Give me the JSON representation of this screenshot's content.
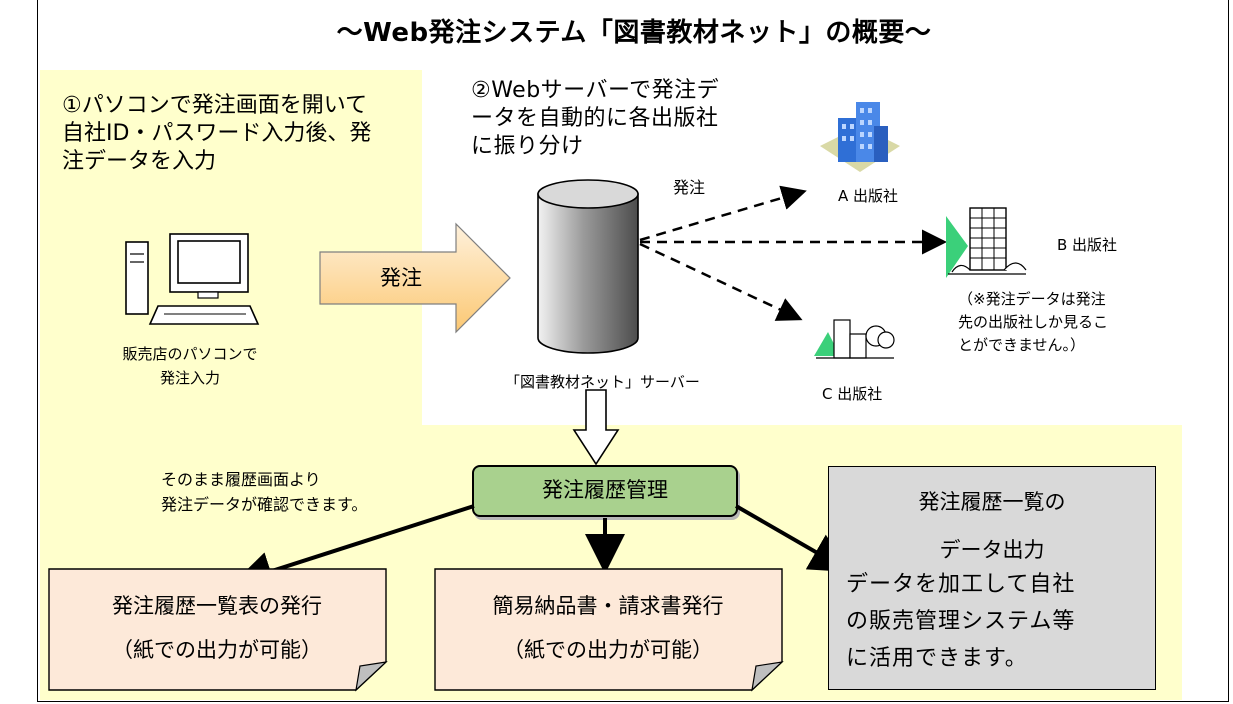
{
  "title": "～Web発注システム「図書教材ネット」の概要～",
  "step1": {
    "lines": [
      "①パソコンで発注画面を開いて",
      "自社ID・パスワード入力後、発",
      "注データを入力"
    ]
  },
  "step2": {
    "lines": [
      "②Webサーバーで発注デ",
      "ータを自動的に各出版社",
      "に振り分け"
    ]
  },
  "order_label": "発注",
  "order_arrow_label": "発注",
  "pc_caption": [
    "販売店のパソコンで",
    "発注入力"
  ],
  "server_caption": "「図書教材ネット」サーバー",
  "publishers": {
    "a": "A 出版社",
    "b": "B 出版社",
    "c": "C 出版社"
  },
  "publisher_note": [
    "（※発注データは発注",
    "先の出版社しか見るこ",
    "とができません。）"
  ],
  "history_note": [
    "そのまま履歴画面より",
    "発注データが確認できます。"
  ],
  "history_box": "発注履歴管理",
  "output1": {
    "title": "発注履歴一覧表の発行",
    "sub": "（紙での出力が可能）"
  },
  "output2": {
    "title": "簡易納品書・請求書発行",
    "sub": "（紙での出力が可能）"
  },
  "output3": {
    "title_lines": [
      "発注履歴一覧の",
      "データ出力"
    ],
    "body_lines": [
      "データを加工して自社",
      "の販売管理システム等",
      "に活用できます。"
    ]
  },
  "colors": {
    "yellow_bg": "#ffffcc",
    "green_box": "#a9d18e",
    "pink_doc": "#fde9d9",
    "gray_box": "#d9d9d9",
    "order_arrow": "#fdd79b"
  }
}
